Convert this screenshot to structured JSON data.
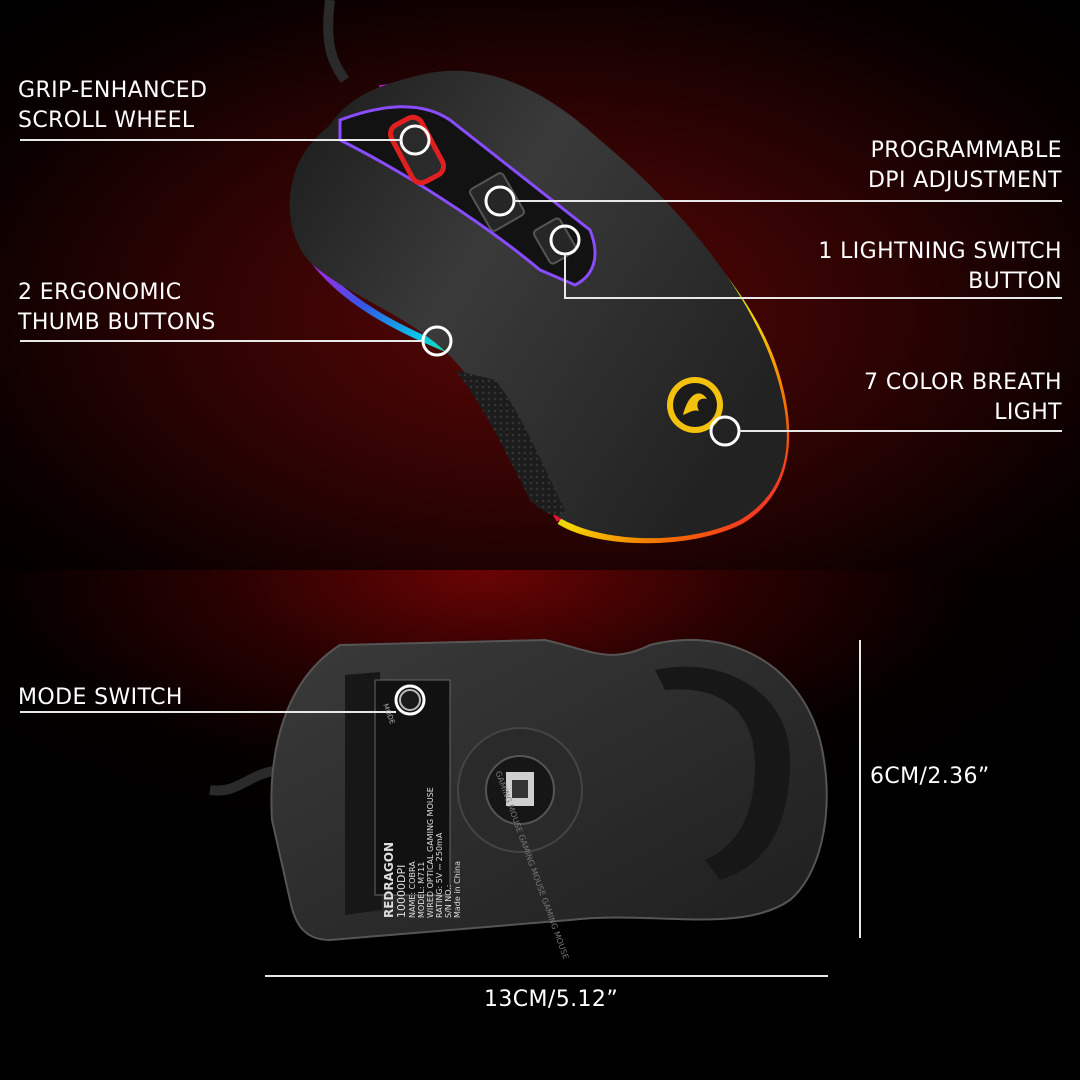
{
  "features": {
    "scroll_wheel": {
      "line1": "GRIP-ENHANCED",
      "line2": "SCROLL WHEEL"
    },
    "dpi": {
      "line1": "PROGRAMMABLE",
      "line2": "DPI ADJUSTMENT"
    },
    "lightning": {
      "line1": "1 LIGHTNING SWITCH",
      "line2": "BUTTON"
    },
    "thumb": {
      "line1": "2 ERGONOMIC",
      "line2": "THUMB BUTTONS"
    },
    "breath": {
      "line1": "7 COLOR BREATH",
      "line2": "LIGHT"
    },
    "mode_switch": "MODE SWITCH"
  },
  "dimensions": {
    "height": "6CM/2.36”",
    "length": "13CM/5.12”"
  },
  "product_label": {
    "brand": "REDRAGON",
    "dpi": "10000",
    "dpi_unit": "DPI",
    "name": "NAME: COBRA",
    "model": "MODEL: M711",
    "desc": "WIRED OPTICAL GAMING MOUSE",
    "rating": "RATING: 5V ⎓ 250mA",
    "sn": "S/N NO.:",
    "origin": "Made in China"
  },
  "sensor_ring_text": "GAMING MOUSE GAMING MOUSE GAMING MOUSE",
  "mode_button_text": "MODE",
  "colors": {
    "background_red": "#5a0606",
    "mouse_body": "#2b2b2b",
    "callout_line": "#e8e8e8",
    "logo_gold": "#f2c20e"
  }
}
